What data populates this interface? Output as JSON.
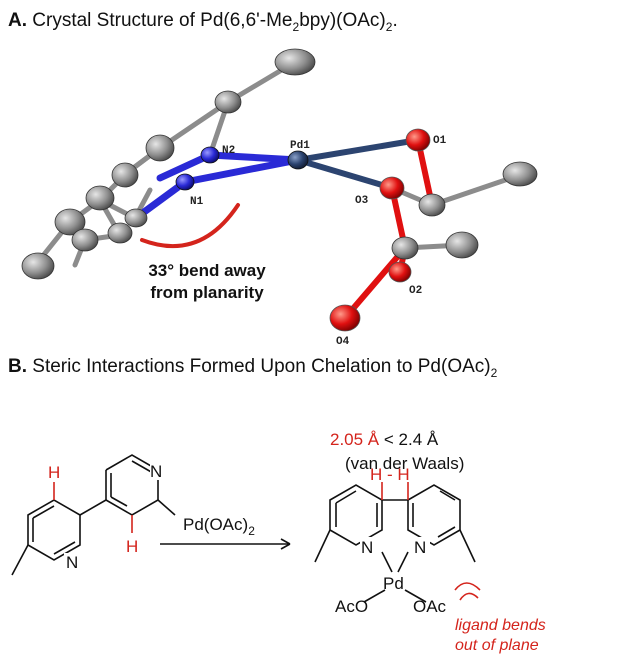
{
  "panel_a": {
    "letter": "A.",
    "title": "Crystal Structure of Pd(6,6'-Me",
    "title_sub": "2",
    "title_mid": "bpy)(OAc)",
    "title_sub2": "2",
    "title_end": ".",
    "atoms": {
      "pd": "Pd1",
      "n1": "N1",
      "n2": "N2",
      "o1": "O1",
      "o2": "O2",
      "o3": "O3",
      "o4": "O4"
    },
    "bend_line1": "33° bend away",
    "bend_line2": "from planarity"
  },
  "panel_b": {
    "letter": "B.",
    "title": "Steric Interactions Formed Upon Chelation to Pd(OAc)",
    "title_sub": "2",
    "left_h": "H",
    "n": "N",
    "reagent": "Pd(OAc)",
    "reagent_sub": "2",
    "distance_red": "2.05 Å",
    "distance_rest": " < 2.4 Å",
    "vdw": "(van der Waals)",
    "hh": "H - H",
    "pd": "Pd",
    "aco": "AcO",
    "oac": "OAc",
    "note_line1": "ligand bends",
    "note_line2": "out of plane"
  },
  "colors": {
    "red": "#d4241c",
    "nitrogen": "#2a2ad6",
    "oxygen": "#e01010",
    "carbon": "#8c8c8c",
    "palladium": "#2c4470"
  }
}
